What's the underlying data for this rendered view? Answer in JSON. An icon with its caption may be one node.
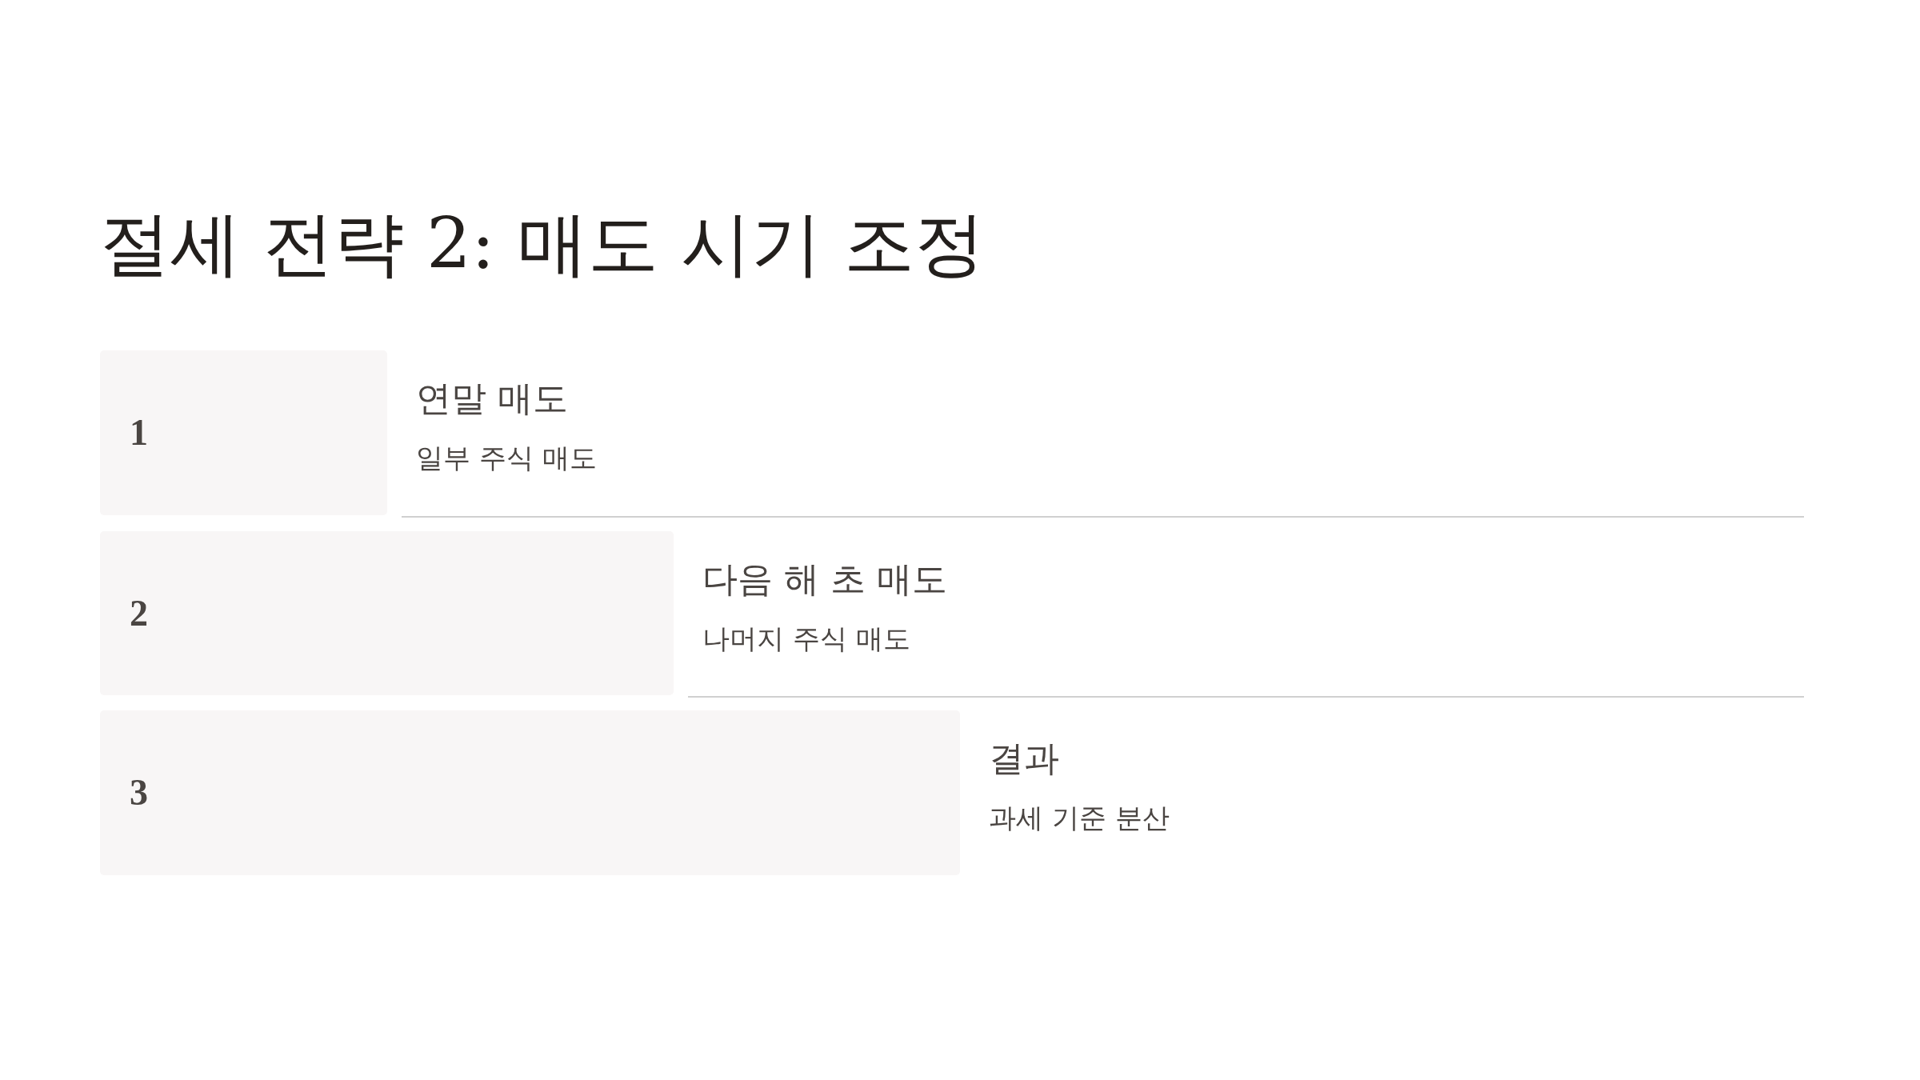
{
  "diagram": {
    "title": "절세 전략 2: 매도 시기 조정",
    "nodes": [
      {
        "text": [
          "1"
        ],
        "beside": [
          "연말 매도",
          "일부 주식 매도"
        ]
      },
      {
        "text": [
          "2"
        ],
        "beside": [
          "다음 해 초 매도",
          "나머지 주식 매도"
        ]
      },
      {
        "text": [
          "3"
        ],
        "beside": [
          "결과",
          "과세 기준 분산"
        ]
      }
    ]
  }
}
